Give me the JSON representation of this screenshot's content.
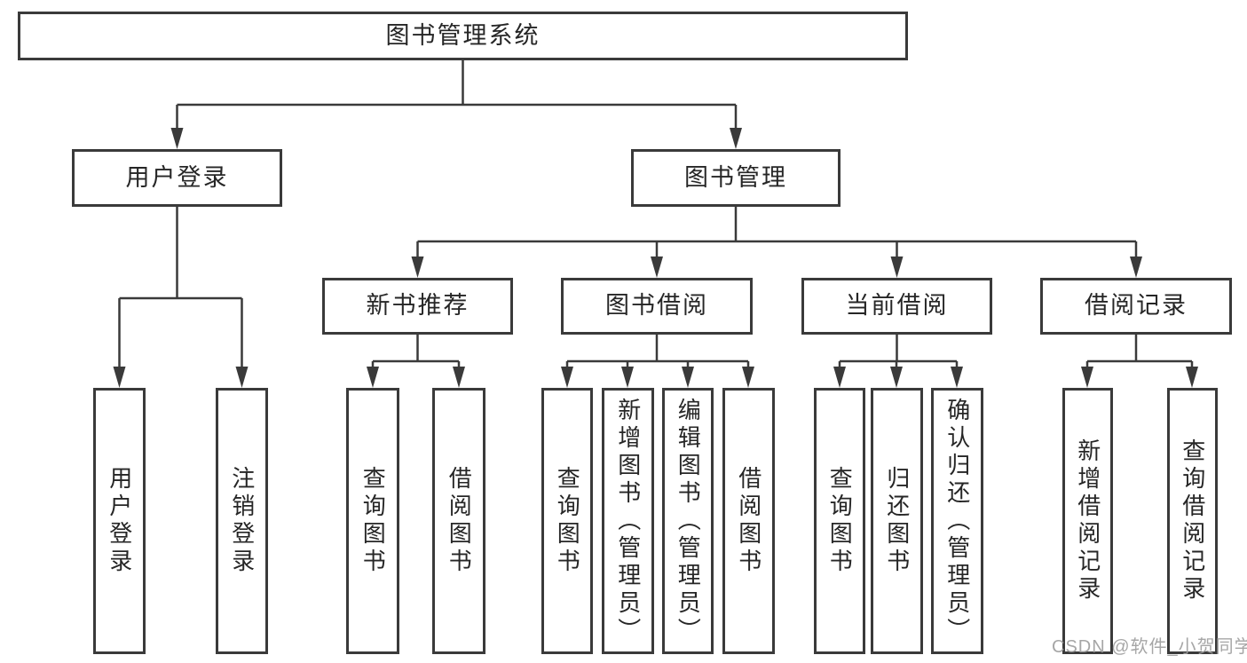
{
  "diagram": {
    "type": "tree",
    "colors": {
      "line": "#3a3a3a",
      "box_border": "#3a3a3a",
      "text": "#262626",
      "background": "#ffffff",
      "watermark": "#9e9e9e"
    },
    "tree": {
      "label": "图书管理系统",
      "children": [
        {
          "label": "用户登录",
          "children": [
            {
              "label": "用户登录"
            },
            {
              "label": "注销登录"
            }
          ]
        },
        {
          "label": "图书管理",
          "children": [
            {
              "label": "新书推荐",
              "children": [
                {
                  "label": "查询图书"
                },
                {
                  "label": "借阅图书"
                }
              ]
            },
            {
              "label": "图书借阅",
              "children": [
                {
                  "label": "查询图书"
                },
                {
                  "label": "新增图书（管理员）"
                },
                {
                  "label": "编辑图书（管理员）"
                },
                {
                  "label": "借阅图书"
                }
              ]
            },
            {
              "label": "当前借阅",
              "children": [
                {
                  "label": "查询图书"
                },
                {
                  "label": "归还图书"
                },
                {
                  "label": "确认归还（管理员）"
                }
              ]
            },
            {
              "label": "借阅记录",
              "children": [
                {
                  "label": "新增借阅记录"
                },
                {
                  "label": "查询借阅记录"
                }
              ]
            }
          ]
        }
      ]
    },
    "watermark": {
      "text": "CSDN @软件_小贺同学"
    }
  }
}
